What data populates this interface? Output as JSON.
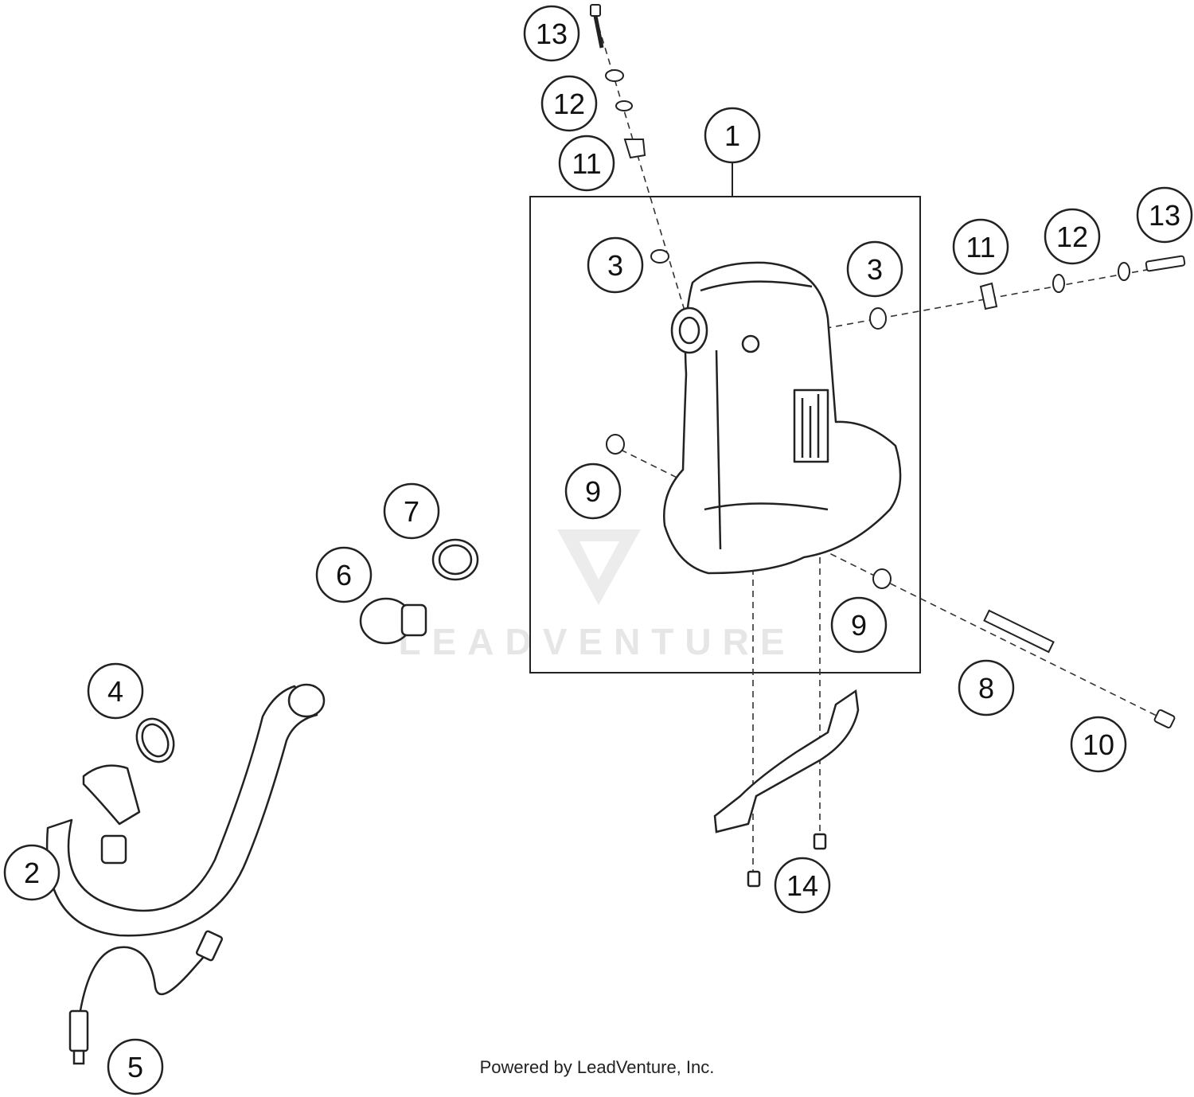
{
  "callouts": [
    {
      "label": "13"
    },
    {
      "label": "12"
    },
    {
      "label": "11"
    },
    {
      "label": "1"
    },
    {
      "label": "3"
    },
    {
      "label": "3"
    },
    {
      "label": "11"
    },
    {
      "label": "12"
    },
    {
      "label": "13"
    },
    {
      "label": "9"
    },
    {
      "label": "7"
    },
    {
      "label": "6"
    },
    {
      "label": "9"
    },
    {
      "label": "8"
    },
    {
      "label": "10"
    },
    {
      "label": "4"
    },
    {
      "label": "2"
    },
    {
      "label": "14"
    },
    {
      "label": "5"
    }
  ],
  "watermark": {
    "text": "LEADVENTURE",
    "icon": "leadventure-logo-icon"
  },
  "footer": {
    "text": "Powered by LeadVenture, Inc."
  },
  "colors": {
    "line": "#222222",
    "watermark": "#e6e6e6"
  }
}
